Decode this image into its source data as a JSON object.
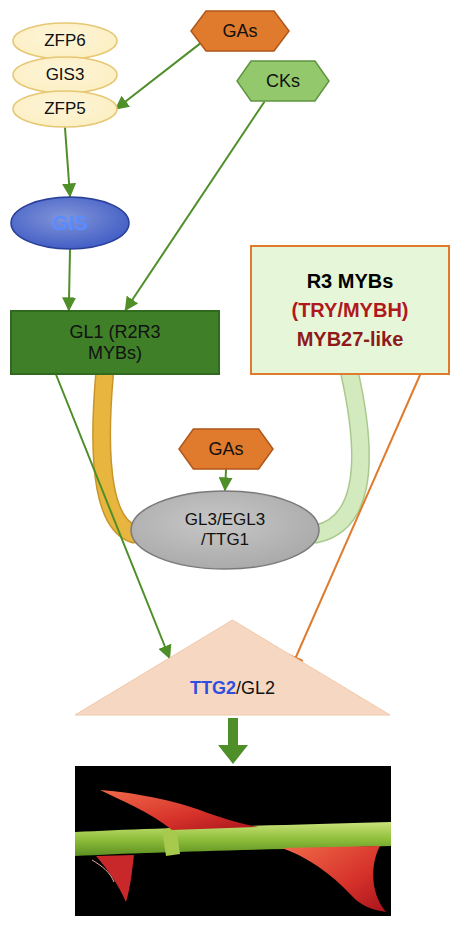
{
  "diagram": {
    "nodes": [
      {
        "text": [
          "ZFP6"
        ]
      },
      {
        "text": [
          "GIS3"
        ]
      },
      {
        "text": [
          "ZFP5"
        ]
      },
      {
        "text": [
          "GAs"
        ]
      },
      {
        "text": [
          "CKs"
        ]
      },
      {
        "text": [
          "GIS"
        ]
      },
      {
        "text": [
          "GL1 (R2R3 MYBs)"
        ]
      },
      {
        "text": [
          "R3 MYBs",
          "(TRY/MYBH)",
          "MYB27-like"
        ]
      },
      {
        "text": [
          "GAs"
        ]
      },
      {
        "text": [
          "GL3/EGL3 /TTG1"
        ]
      },
      {
        "text": [
          "TTG2",
          "/GL2"
        ]
      }
    ],
    "edges": [
      {
        "from": 3,
        "to": 2,
        "arrow": "to"
      },
      {
        "from": 2,
        "to": 5,
        "arrow": "to"
      },
      {
        "from": 5,
        "to": 6,
        "arrow": "to"
      },
      {
        "from": 4,
        "to": 6,
        "arrow": "to"
      },
      {
        "from": 8,
        "to": 9,
        "arrow": "to"
      },
      {
        "from": 6,
        "to": 9,
        "arrow": "none"
      },
      {
        "from": 7,
        "to": 9,
        "arrow": "none"
      },
      {
        "from": 6,
        "to": 10,
        "arrow": "to"
      },
      {
        "from": 7,
        "to": 10,
        "arrow": "to"
      }
    ]
  }
}
